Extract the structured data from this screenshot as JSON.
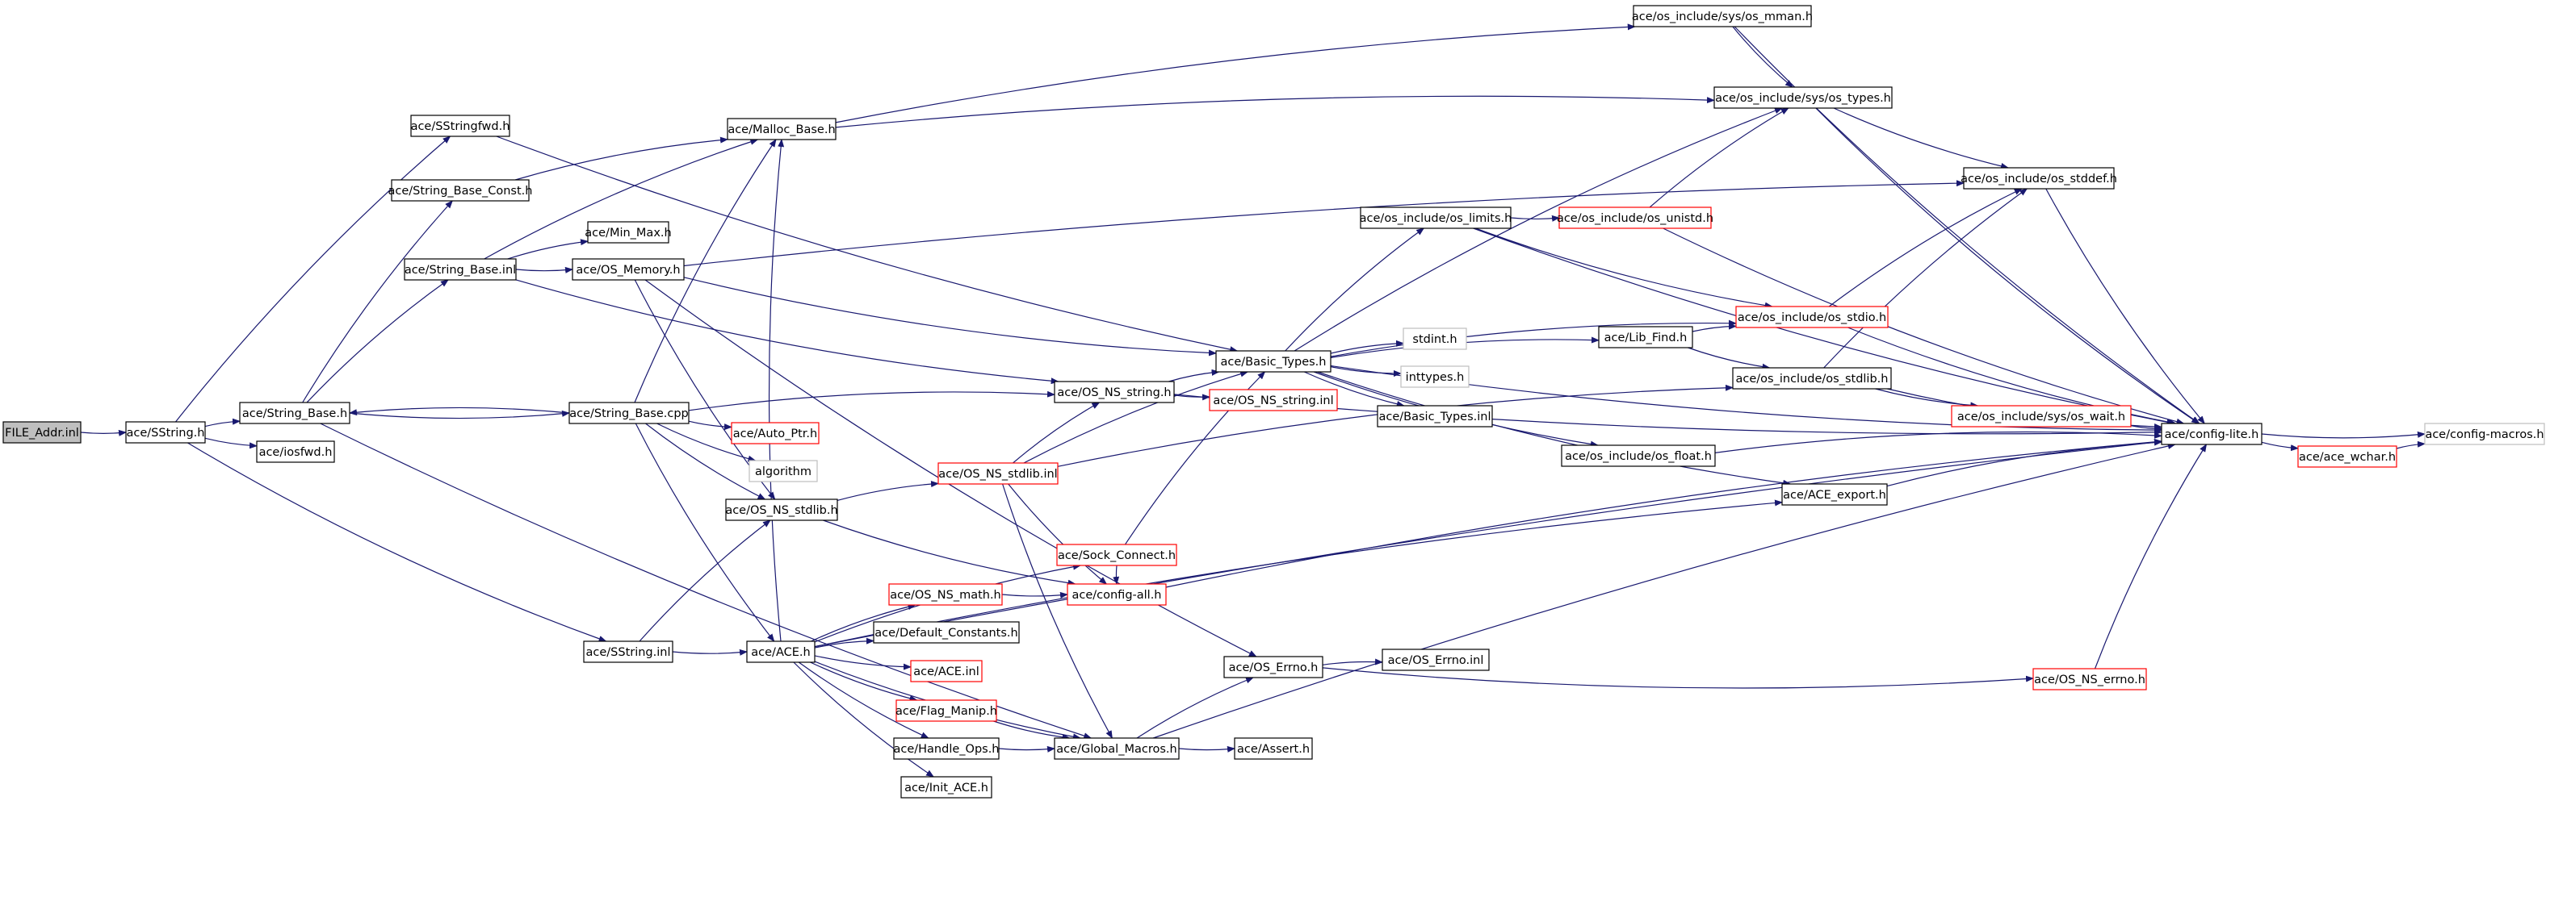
{
  "colors": {
    "edge": "#191970",
    "box_black": "#000000",
    "box_red": "#ff0000",
    "box_gray": "#bfbfbf",
    "root_fill": "#bfbfbf",
    "text": "#000000"
  },
  "nodes": [
    {
      "id": "file_addr_inl",
      "label": "FILE_Addr.inl",
      "style": "root"
    },
    {
      "id": "sstring_h",
      "label": "ace/SString.h",
      "style": "black"
    },
    {
      "id": "sstringfwd_h",
      "label": "ace/SStringfwd.h",
      "style": "black"
    },
    {
      "id": "string_base_const_h",
      "label": "ace/String_Base_Const.h",
      "style": "black"
    },
    {
      "id": "string_base_inl",
      "label": "ace/String_Base.inl",
      "style": "black"
    },
    {
      "id": "string_base_h",
      "label": "ace/String_Base.h",
      "style": "black"
    },
    {
      "id": "iosfwd_h",
      "label": "ace/iosfwd.h",
      "style": "black"
    },
    {
      "id": "malloc_base_h",
      "label": "ace/Malloc_Base.h",
      "style": "black"
    },
    {
      "id": "min_max_h",
      "label": "ace/Min_Max.h",
      "style": "black"
    },
    {
      "id": "os_memory_h",
      "label": "ace/OS_Memory.h",
      "style": "black"
    },
    {
      "id": "string_base_cpp",
      "label": "ace/String_Base.cpp",
      "style": "black"
    },
    {
      "id": "auto_ptr_h",
      "label": "ace/Auto_Ptr.h",
      "style": "red"
    },
    {
      "id": "algorithm",
      "label": "algorithm",
      "style": "gray"
    },
    {
      "id": "os_ns_stdlib_inl",
      "label": "ace/OS_NS_stdlib.inl",
      "style": "red"
    },
    {
      "id": "os_ns_stdlib_h",
      "label": "ace/OS_NS_stdlib.h",
      "style": "black"
    },
    {
      "id": "sstring_inl",
      "label": "ace/SString.inl",
      "style": "black"
    },
    {
      "id": "ace_h",
      "label": "ace/ACE.h",
      "style": "black"
    },
    {
      "id": "sock_connect_h",
      "label": "ace/Sock_Connect.h",
      "style": "red"
    },
    {
      "id": "os_ns_math_h",
      "label": "ace/OS_NS_math.h",
      "style": "red"
    },
    {
      "id": "config_all_h",
      "label": "ace/config-all.h",
      "style": "red"
    },
    {
      "id": "default_constants_h",
      "label": "ace/Default_Constants.h",
      "style": "black"
    },
    {
      "id": "ace_inl",
      "label": "ace/ACE.inl",
      "style": "red"
    },
    {
      "id": "flag_manip_h",
      "label": "ace/Flag_Manip.h",
      "style": "red"
    },
    {
      "id": "handle_ops_h",
      "label": "ace/Handle_Ops.h",
      "style": "black"
    },
    {
      "id": "global_macros_h",
      "label": "ace/Global_Macros.h",
      "style": "black"
    },
    {
      "id": "init_ace_h",
      "label": "ace/Init_ACE.h",
      "style": "black"
    },
    {
      "id": "assert_h",
      "label": "ace/Assert.h",
      "style": "black"
    },
    {
      "id": "os_errno_h",
      "label": "ace/OS_Errno.h",
      "style": "black"
    },
    {
      "id": "os_errno_inl",
      "label": "ace/OS_Errno.inl",
      "style": "black"
    },
    {
      "id": "os_ns_errno_h",
      "label": "ace/OS_NS_errno.h",
      "style": "red"
    },
    {
      "id": "os_ns_string_h",
      "label": "ace/OS_NS_string.h",
      "style": "black"
    },
    {
      "id": "os_ns_string_inl",
      "label": "ace/OS_NS_string.inl",
      "style": "red"
    },
    {
      "id": "basic_types_h",
      "label": "ace/Basic_Types.h",
      "style": "black"
    },
    {
      "id": "stdint_h",
      "label": "stdint.h",
      "style": "gray"
    },
    {
      "id": "inttypes_h",
      "label": "inttypes.h",
      "style": "gray"
    },
    {
      "id": "basic_types_inl",
      "label": "ace/Basic_Types.inl",
      "style": "black"
    },
    {
      "id": "os_limits_h",
      "label": "ace/os_include/os_limits.h",
      "style": "black"
    },
    {
      "id": "os_unistd_h",
      "label": "ace/os_include/os_unistd.h",
      "style": "red"
    },
    {
      "id": "os_mman_h",
      "label": "ace/os_include/sys/os_mman.h",
      "style": "black"
    },
    {
      "id": "os_types_h",
      "label": "ace/os_include/sys/os_types.h",
      "style": "black"
    },
    {
      "id": "os_stddef_h",
      "label": "ace/os_include/os_stddef.h",
      "style": "black"
    },
    {
      "id": "lib_find_h",
      "label": "ace/Lib_Find.h",
      "style": "black"
    },
    {
      "id": "os_stdio_h",
      "label": "ace/os_include/os_stdio.h",
      "style": "red"
    },
    {
      "id": "os_stdlib_h",
      "label": "ace/os_include/os_stdlib.h",
      "style": "black"
    },
    {
      "id": "os_wait_h",
      "label": "ace/os_include/sys/os_wait.h",
      "style": "red"
    },
    {
      "id": "os_float_h",
      "label": "ace/os_include/os_float.h",
      "style": "black"
    },
    {
      "id": "ace_export_h",
      "label": "ace/ACE_export.h",
      "style": "black"
    },
    {
      "id": "config_lite_h",
      "label": "ace/config-lite.h",
      "style": "black"
    },
    {
      "id": "ace_wchar_h",
      "label": "ace/ace_wchar.h",
      "style": "red"
    },
    {
      "id": "config_macros_h",
      "label": "ace/config-macros.h",
      "style": "gray"
    }
  ],
  "edges": [
    [
      "file_addr_inl",
      "sstring_h"
    ],
    [
      "sstring_h",
      "sstringfwd_h"
    ],
    [
      "sstring_h",
      "string_base_h"
    ],
    [
      "sstring_h",
      "iosfwd_h"
    ],
    [
      "sstring_h",
      "sstring_inl"
    ],
    [
      "sstringfwd_h",
      "basic_types_h"
    ],
    [
      "string_base_const_h",
      "malloc_base_h"
    ],
    [
      "string_base_h",
      "string_base_const_h"
    ],
    [
      "string_base_h",
      "string_base_inl"
    ],
    [
      "string_base_h",
      "string_base_cpp"
    ],
    [
      "string_base_h",
      "global_macros_h"
    ],
    [
      "string_base_inl",
      "malloc_base_h"
    ],
    [
      "string_base_inl",
      "min_max_h"
    ],
    [
      "string_base_inl",
      "os_memory_h"
    ],
    [
      "string_base_inl",
      "os_ns_string_h"
    ],
    [
      "string_base_cpp",
      "string_base_h"
    ],
    [
      "string_base_cpp",
      "malloc_base_h"
    ],
    [
      "string_base_cpp",
      "os_ns_string_h"
    ],
    [
      "string_base_cpp",
      "auto_ptr_h"
    ],
    [
      "string_base_cpp",
      "algorithm"
    ],
    [
      "string_base_cpp",
      "os_ns_stdlib_h"
    ],
    [
      "string_base_cpp",
      "ace_h"
    ],
    [
      "malloc_base_h",
      "os_mman_h"
    ],
    [
      "malloc_base_h",
      "os_types_h"
    ],
    [
      "os_memory_h",
      "os_stddef_h"
    ],
    [
      "os_memory_h",
      "os_errno_h"
    ],
    [
      "os_memory_h",
      "basic_types_h"
    ],
    [
      "os_memory_h",
      "os_ns_stdlib_h"
    ],
    [
      "os_ns_stdlib_h",
      "os_ns_stdlib_inl"
    ],
    [
      "os_ns_stdlib_h",
      "config_all_h"
    ],
    [
      "os_ns_stdlib_inl",
      "os_ns_string_h"
    ],
    [
      "os_ns_stdlib_inl",
      "global_macros_h"
    ],
    [
      "os_ns_stdlib_inl",
      "os_stdlib_h"
    ],
    [
      "os_ns_stdlib_inl",
      "config_all_h"
    ],
    [
      "os_ns_stdlib_inl",
      "basic_types_h"
    ],
    [
      "sstring_inl",
      "ace_h"
    ],
    [
      "sstring_inl",
      "os_ns_stdlib_h"
    ],
    [
      "ace_h",
      "malloc_base_h"
    ],
    [
      "ace_h",
      "sock_connect_h"
    ],
    [
      "ace_h",
      "os_ns_math_h"
    ],
    [
      "ace_h",
      "default_constants_h"
    ],
    [
      "ace_h",
      "ace_inl"
    ],
    [
      "ace_h",
      "flag_manip_h"
    ],
    [
      "ace_h",
      "handle_ops_h"
    ],
    [
      "ace_h",
      "init_ace_h"
    ],
    [
      "ace_h",
      "global_macros_h"
    ],
    [
      "ace_h",
      "ace_export_h"
    ],
    [
      "ace_h",
      "config_lite_h"
    ],
    [
      "sock_connect_h",
      "basic_types_h"
    ],
    [
      "sock_connect_h",
      "config_all_h"
    ],
    [
      "os_ns_math_h",
      "config_all_h"
    ],
    [
      "flag_manip_h",
      "global_macros_h"
    ],
    [
      "handle_ops_h",
      "global_macros_h"
    ],
    [
      "global_macros_h",
      "assert_h"
    ],
    [
      "global_macros_h",
      "os_errno_h"
    ],
    [
      "global_macros_h",
      "config_lite_h"
    ],
    [
      "config_all_h",
      "config_lite_h"
    ],
    [
      "os_errno_h",
      "os_errno_inl"
    ],
    [
      "os_errno_h",
      "os_ns_errno_h"
    ],
    [
      "os_ns_errno_h",
      "config_lite_h"
    ],
    [
      "os_ns_string_h",
      "basic_types_h"
    ],
    [
      "os_ns_string_h",
      "os_ns_string_inl"
    ],
    [
      "os_ns_string_h",
      "config_lite_h"
    ],
    [
      "basic_types_h",
      "stdint_h"
    ],
    [
      "basic_types_h",
      "inttypes_h"
    ],
    [
      "basic_types_h",
      "basic_types_inl"
    ],
    [
      "basic_types_h",
      "os_limits_h"
    ],
    [
      "basic_types_h",
      "os_types_h"
    ],
    [
      "basic_types_h",
      "lib_find_h"
    ],
    [
      "basic_types_h",
      "os_stdio_h"
    ],
    [
      "basic_types_h",
      "os_float_h"
    ],
    [
      "basic_types_h",
      "ace_export_h"
    ],
    [
      "basic_types_h",
      "config_lite_h"
    ],
    [
      "os_limits_h",
      "os_unistd_h"
    ],
    [
      "os_limits_h",
      "os_stdio_h"
    ],
    [
      "os_limits_h",
      "config_lite_h"
    ],
    [
      "os_unistd_h",
      "os_types_h"
    ],
    [
      "os_unistd_h",
      "config_lite_h"
    ],
    [
      "os_mman_h",
      "os_types_h"
    ],
    [
      "os_mman_h",
      "config_lite_h"
    ],
    [
      "os_types_h",
      "os_stddef_h"
    ],
    [
      "os_types_h",
      "config_lite_h"
    ],
    [
      "os_stddef_h",
      "config_lite_h"
    ],
    [
      "lib_find_h",
      "os_stdio_h"
    ],
    [
      "lib_find_h",
      "os_stdlib_h"
    ],
    [
      "os_stdio_h",
      "os_stddef_h"
    ],
    [
      "os_stdio_h",
      "config_lite_h"
    ],
    [
      "os_stdlib_h",
      "os_stddef_h"
    ],
    [
      "os_stdlib_h",
      "os_wait_h"
    ],
    [
      "os_stdlib_h",
      "config_lite_h"
    ],
    [
      "os_wait_h",
      "config_lite_h"
    ],
    [
      "os_float_h",
      "config_lite_h"
    ],
    [
      "ace_export_h",
      "config_lite_h"
    ],
    [
      "config_lite_h",
      "ace_wchar_h"
    ],
    [
      "config_lite_h",
      "config_macros_h"
    ],
    [
      "ace_wchar_h",
      "config_macros_h"
    ]
  ]
}
